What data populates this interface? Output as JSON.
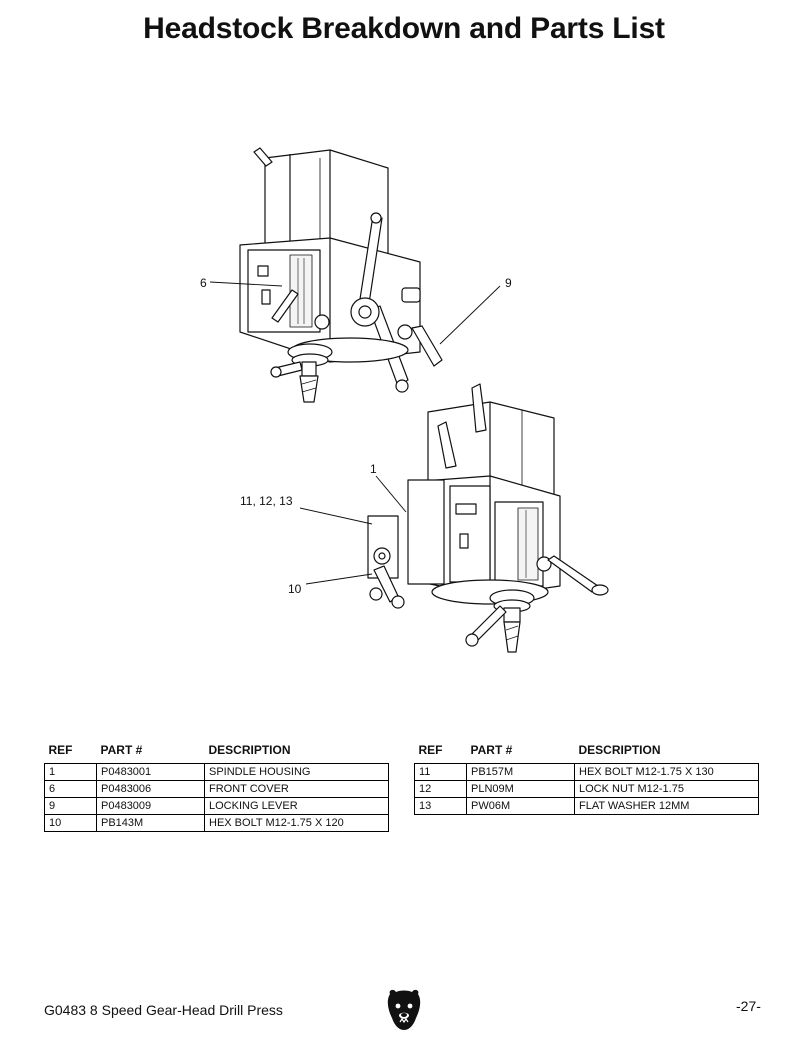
{
  "page": {
    "title": "Headstock Breakdown and Parts List",
    "footer_left": "G0483 8 Speed Gear-Head Drill Press",
    "page_number": "-27-"
  },
  "callouts": {
    "c6": "6",
    "c9": "9",
    "c1": "1",
    "c11_12_13": "11, 12, 13",
    "c10": "10"
  },
  "table_headers": {
    "ref": "REF",
    "part": "PART #",
    "desc": "DESCRIPTION"
  },
  "parts_left": [
    {
      "ref": "1",
      "part": "P0483001",
      "desc": "SPINDLE HOUSING"
    },
    {
      "ref": "6",
      "part": "P0483006",
      "desc": "FRONT COVER"
    },
    {
      "ref": "9",
      "part": "P0483009",
      "desc": "LOCKING LEVER"
    },
    {
      "ref": "10",
      "part": "PB143M",
      "desc": "HEX BOLT M12-1.75 X 120"
    }
  ],
  "parts_right": [
    {
      "ref": "11",
      "part": "PB157M",
      "desc": "HEX BOLT M12-1.75 X 130"
    },
    {
      "ref": "12",
      "part": "PLN09M",
      "desc": "LOCK NUT M12-1.75"
    },
    {
      "ref": "13",
      "part": "PW06M",
      "desc": "FLAT WASHER 12MM"
    }
  ]
}
